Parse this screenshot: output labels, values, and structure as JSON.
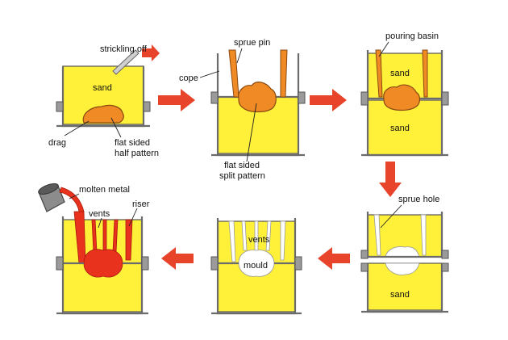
{
  "colors": {
    "sand": "#fff13a",
    "pattern": "#f08a24",
    "molten_metal": "#e8321e",
    "arrow": "#e8432b",
    "flask": "#6b6b6b"
  },
  "labels": {
    "strickling_off": "strickling off",
    "sand_1": "sand",
    "drag": "drag",
    "flat_sided_half_pattern_1": "flat sided",
    "flat_sided_half_pattern_2": "half pattern",
    "sprue_pin": "sprue pin",
    "cope": "cope",
    "flat_sided_split_pattern_1": "flat sided",
    "flat_sided_split_pattern_2": "split pattern",
    "pouring_basin": "pouring basin",
    "sand_3_top": "sand",
    "sand_3_bottom": "sand",
    "sprue_hole": "sprue hole",
    "sand_4": "sand",
    "vents_5": "vents",
    "mould": "mould",
    "molten_metal": "molten metal",
    "vents_6": "vents",
    "riser": "riser"
  },
  "icons": [
    "process-arrow-icon",
    "ladle-icon",
    "flask-clamp-icon"
  ]
}
